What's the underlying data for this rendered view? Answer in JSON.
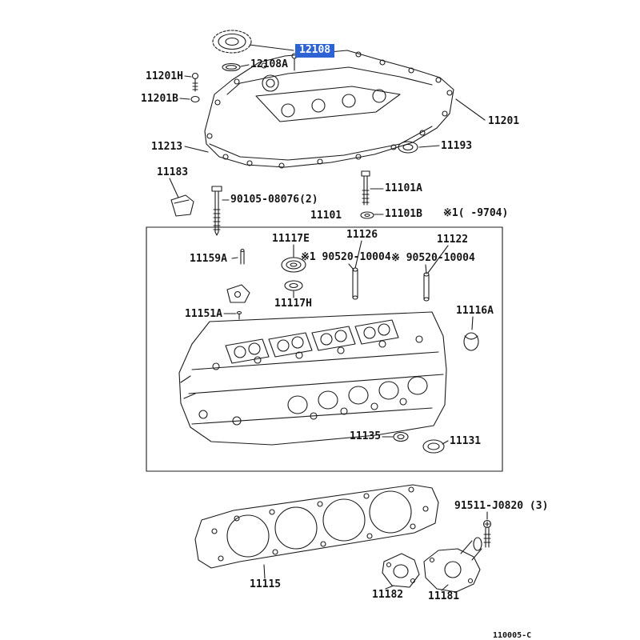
{
  "diagram": {
    "title_code": "110005-C",
    "highlight_color": "#2e63d4",
    "line_color": "#1c1c1c"
  },
  "diagram_code": "110005-C",
  "labels": [
    {
      "text": "12108",
      "highlighted": true
    },
    {
      "text": "12108A"
    },
    {
      "text": "11201H"
    },
    {
      "text": "11201B"
    },
    {
      "text": "11201"
    },
    {
      "text": "11213"
    },
    {
      "text": "11193"
    },
    {
      "text": "11183"
    },
    {
      "text": "90105-08076(2)"
    },
    {
      "text": "11101A"
    },
    {
      "text": "11101"
    },
    {
      "text": "11101B"
    },
    {
      "text": "※1(    -9704)"
    },
    {
      "text": "11117E"
    },
    {
      "text": "11126"
    },
    {
      "text": "11122"
    },
    {
      "text": "※1 90520-10004"
    },
    {
      "text": "※ 90520-10004"
    },
    {
      "text": "11159A"
    },
    {
      "text": "11117H"
    },
    {
      "text": "11151A"
    },
    {
      "text": "11116A"
    },
    {
      "text": "11135"
    },
    {
      "text": "11131"
    },
    {
      "text": "11115"
    },
    {
      "text": "91511-J0820 (3)"
    },
    {
      "text": "11182"
    },
    {
      "text": "11181"
    }
  ]
}
